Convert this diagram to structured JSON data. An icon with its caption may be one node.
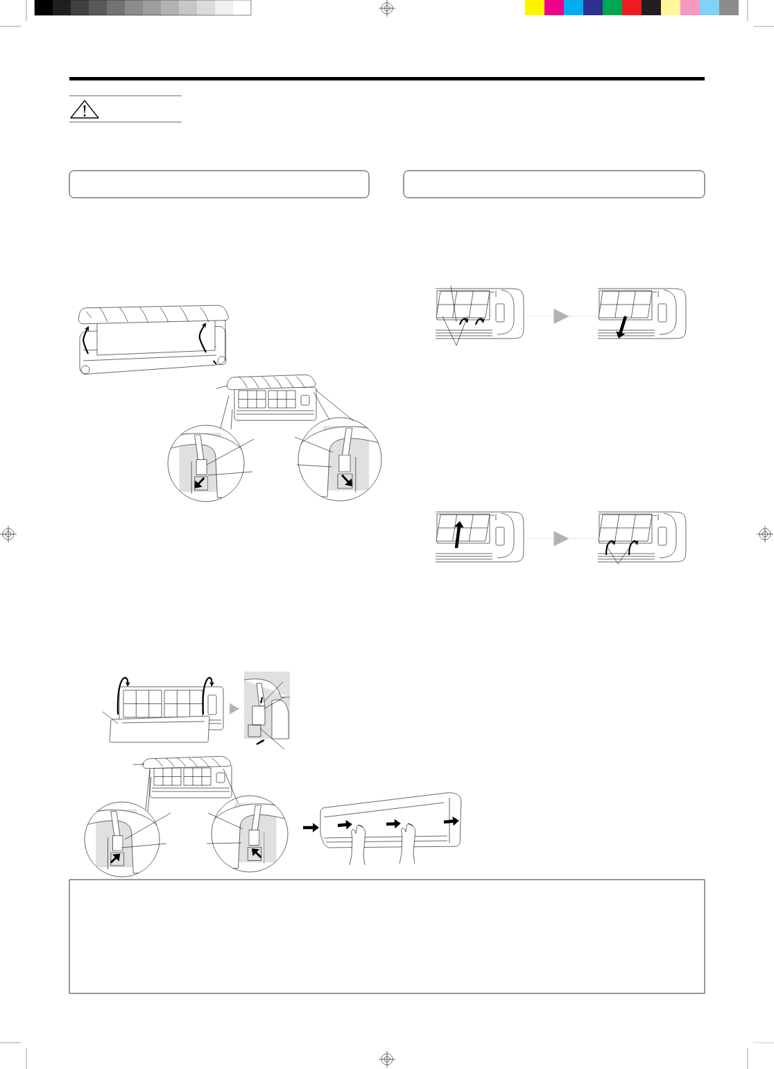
{
  "diagram": {
    "nodes": [
      {
        "text": [],
        "shape": "box"
      },
      {
        "text": [],
        "shape": "box"
      },
      {
        "text": [],
        "shape": "picture"
      },
      {
        "text": [],
        "shape": "picture"
      },
      {
        "text": [],
        "shape": "picture"
      },
      {
        "text": [],
        "shape": "picture"
      },
      {
        "text": [],
        "shape": "picture"
      },
      {
        "text": [],
        "shape": "picture"
      },
      {
        "text": [],
        "shape": "picture"
      },
      {
        "text": [],
        "shape": "picture"
      },
      {
        "text": [],
        "shape": "picture"
      },
      {
        "text": [],
        "shape": "picture"
      },
      {
        "text": [],
        "shape": "box"
      }
    ],
    "edges": [
      {
        "from": 4,
        "to": 5,
        "arrow": "to"
      },
      {
        "from": 6,
        "to": 7,
        "arrow": "to"
      },
      {
        "from": 8,
        "to": 9,
        "arrow": "to"
      }
    ]
  }
}
